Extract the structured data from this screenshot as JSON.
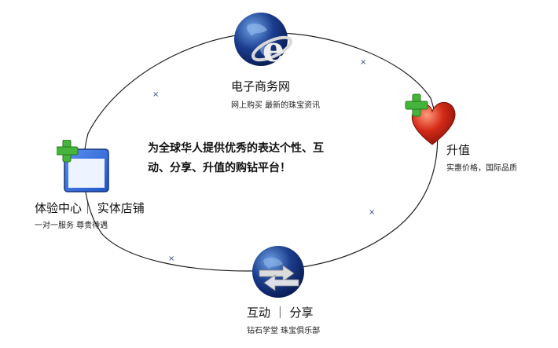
{
  "center": {
    "line1": "为全球华人提供优秀的表达个性、互",
    "line2": "动、分享、升值的购钻平台！"
  },
  "nodes": {
    "ecommerce": {
      "title": "电子商务网",
      "subtitle": "网上购买 最新的珠宝资讯",
      "icon": "globe-browser-icon"
    },
    "appreciation": {
      "title": "升值",
      "subtitle": "实惠价格，国际品质",
      "icon": "heart-add-icon"
    },
    "interaction": {
      "title": "互动 ｜ 分享",
      "subtitle": "钻石学堂  珠宝俱乐部",
      "icon": "globe-exchange-icon"
    },
    "experience": {
      "title": "体验中心｜ 实体店铺",
      "subtitle": "一对一服务 尊贵待遇",
      "icon": "window-add-icon"
    }
  },
  "colors": {
    "globe_dark": "#0b1e5a",
    "globe_light": "#6fa3e6",
    "heart_red": "#d42a18",
    "plus_green": "#46b43a",
    "window_blue": "#1f56c8",
    "ring_stroke": "#222222",
    "cross_marker": "#3a4a8a"
  }
}
